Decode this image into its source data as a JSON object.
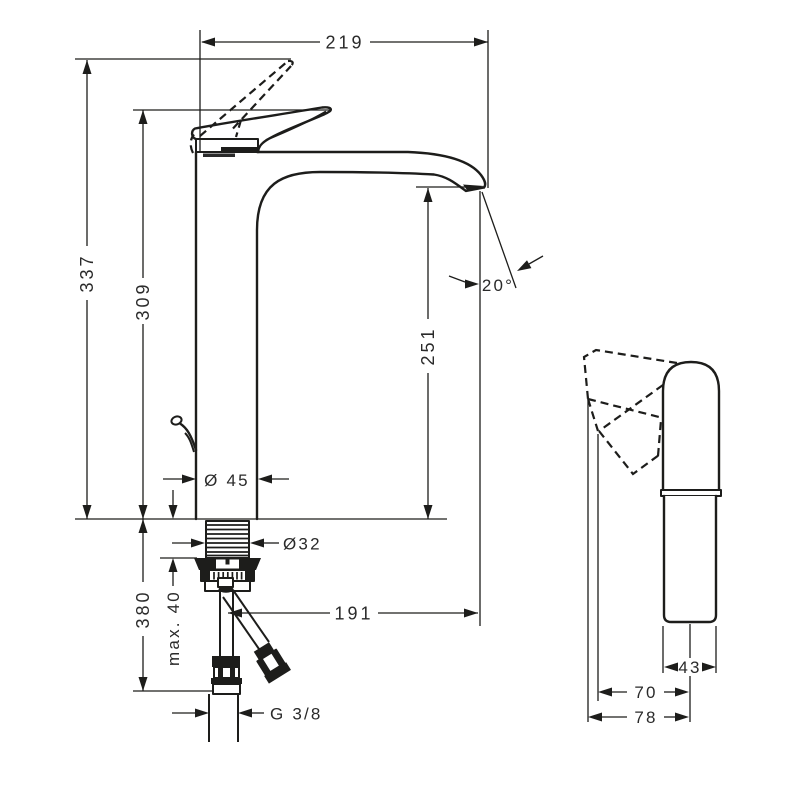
{
  "drawing": {
    "kind": "faucet technical dimension drawing",
    "views": [
      "front",
      "side"
    ],
    "colors": {
      "line": "#1d1d1b",
      "background": "#ffffff"
    },
    "dims": {
      "overall_width": "219",
      "total_height_open_handle": "337",
      "height_to_handle": "309",
      "spout_outlet_height": "251",
      "spout_angle": "20°",
      "body_diameter": "Ø 45",
      "shank_diameter": "Ø32",
      "spout_reach": "191",
      "below_deck_length": "380",
      "max_deck_thickness": "max. 40",
      "connection_thread": "G 3/8",
      "side_body_width": "43",
      "side_depth_inner": "70",
      "side_depth_outer": "78"
    }
  }
}
